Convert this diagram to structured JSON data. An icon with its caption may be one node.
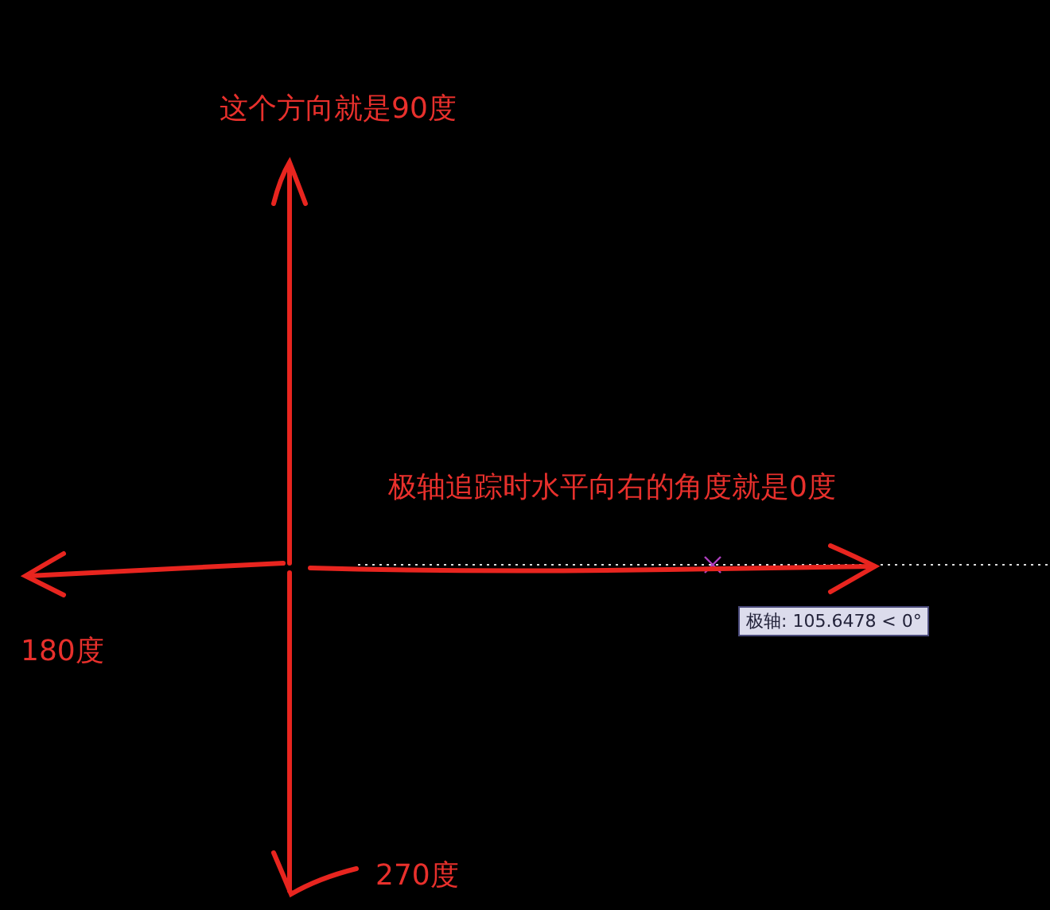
{
  "diagram": {
    "nodes": [
      {
        "text": [
          "极轴: 105.6478 < 0°"
        ]
      }
    ],
    "labels": [
      "这个方向就是90度",
      "极轴追踪时水平向右的角度就是0度",
      "180度",
      "270度"
    ]
  }
}
